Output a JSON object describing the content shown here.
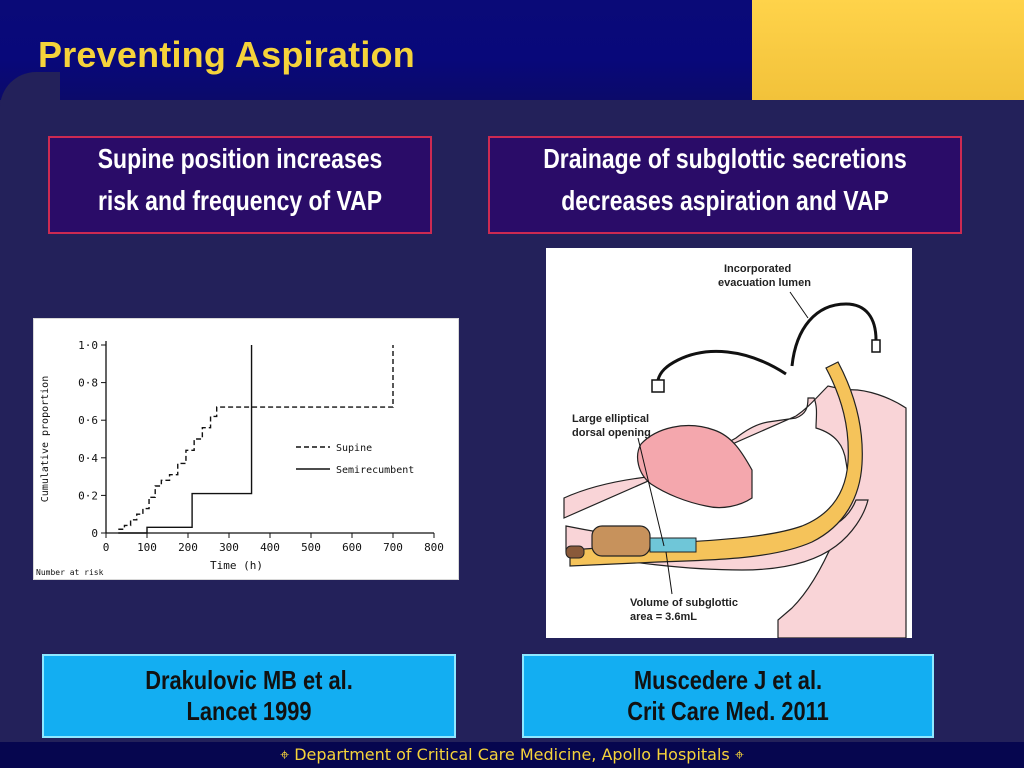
{
  "slide": {
    "title": "Preventing Aspiration",
    "callout_left": [
      "Supine position increases",
      "risk and frequency of VAP"
    ],
    "callout_right": [
      "Drainage of subglottic secretions",
      "decreases aspiration and VAP"
    ],
    "reference_left": [
      "Drakulovic MB  et al.",
      "Lancet 1999"
    ],
    "reference_right": [
      "Muscedere J et al.",
      "Crit Care Med. 2011"
    ],
    "footer": "⌖ Department of Critical Care Medicine, Apollo Hospitals ⌖",
    "colors": {
      "title": "#f5d33a",
      "callout_border": "#cc2a52",
      "reference_bg": "#13aef2"
    }
  },
  "chart_data": {
    "type": "line",
    "xlabel": "Time (h)",
    "ylabel": "Cumulative proportion",
    "xlim": [
      0,
      800
    ],
    "ylim": [
      0,
      1.0
    ],
    "x_ticks": [
      "0",
      "100",
      "200",
      "300",
      "400",
      "500",
      "600",
      "700",
      "800"
    ],
    "y_ticks": [
      "0",
      "0·2",
      "0·4",
      "0·6",
      "0·8",
      "1·0"
    ],
    "legend_position": "right",
    "footnote": "Number at risk",
    "series": [
      {
        "name": "Supine",
        "style": "dashed",
        "x": [
          30,
          45,
          60,
          75,
          90,
          105,
          120,
          135,
          155,
          175,
          195,
          215,
          235,
          255,
          270,
          700,
          700
        ],
        "y": [
          0.02,
          0.04,
          0.07,
          0.1,
          0.13,
          0.19,
          0.25,
          0.28,
          0.31,
          0.37,
          0.44,
          0.5,
          0.56,
          0.62,
          0.67,
          0.67,
          1.0
        ]
      },
      {
        "name": "Semirecumbent",
        "style": "solid",
        "x": [
          30,
          100,
          100,
          210,
          210,
          355,
          355
        ],
        "y": [
          0,
          0,
          0.03,
          0.03,
          0.21,
          0.21,
          1.0
        ]
      }
    ]
  },
  "diagram": {
    "labels": [
      "Incorporated",
      "evacuation lumen",
      "Large elliptical",
      "dorsal opening",
      "Volume of subglottic",
      "area = 3.6mL"
    ]
  }
}
